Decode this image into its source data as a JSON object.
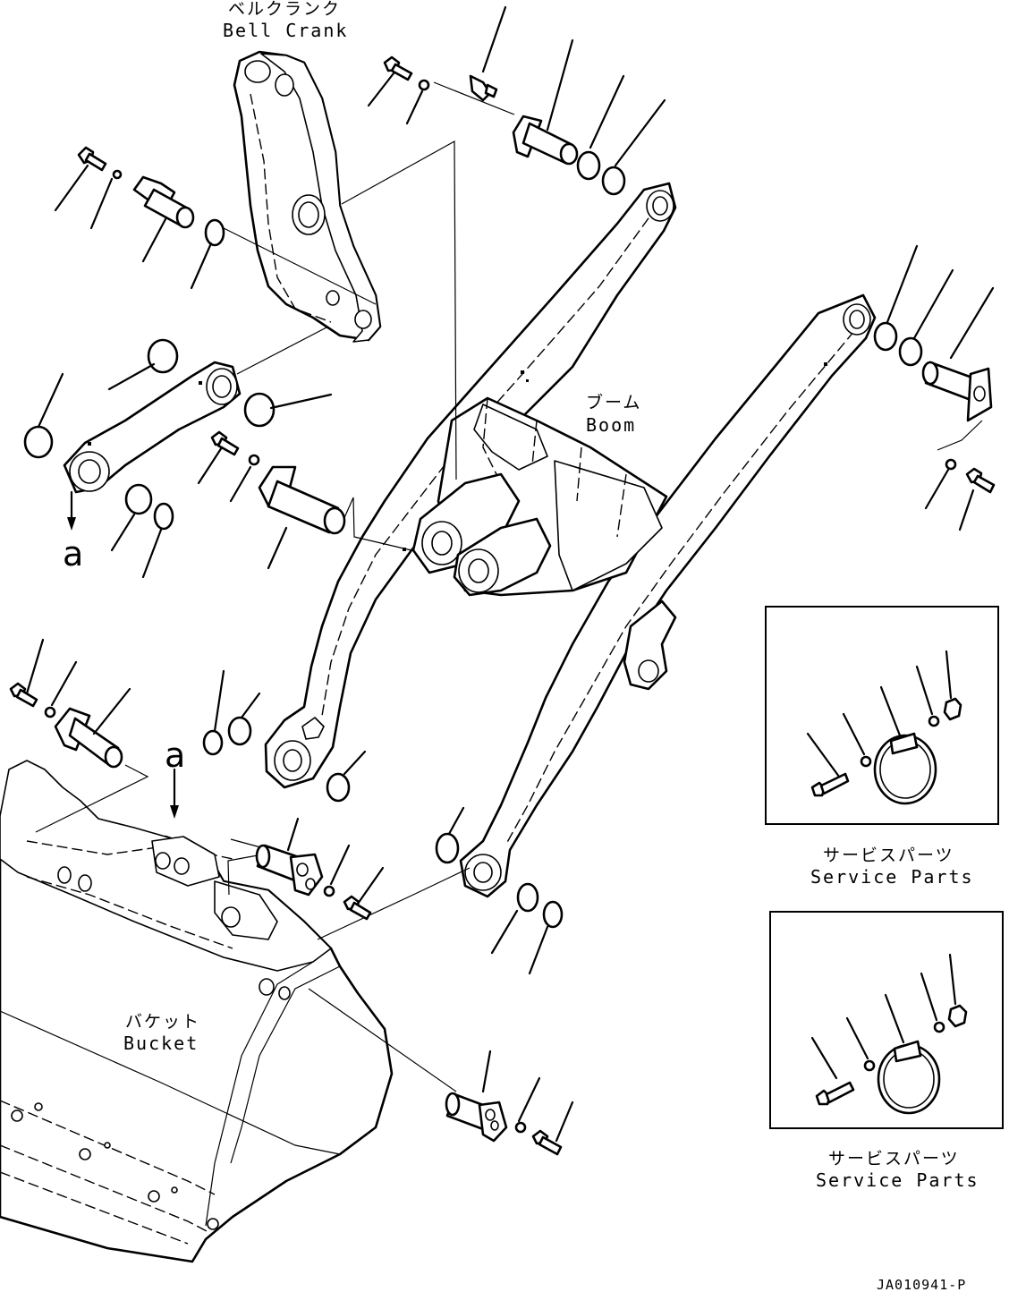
{
  "labels": {
    "bell_crank_jp": "ベルクランク",
    "bell_crank_en": "Bell Crank",
    "boom_jp": "ブーム",
    "boom_en": "Boom",
    "bucket_jp": "バケット",
    "bucket_en": "Bucket",
    "service_parts_1_jp": "サービスパーツ",
    "service_parts_1_en": "Service Parts",
    "service_parts_2_jp": "サービスパーツ",
    "service_parts_2_en": "Service Parts",
    "ref_a_top": "a",
    "ref_a_bottom": "a",
    "drawing_code": "JA010941-P"
  }
}
